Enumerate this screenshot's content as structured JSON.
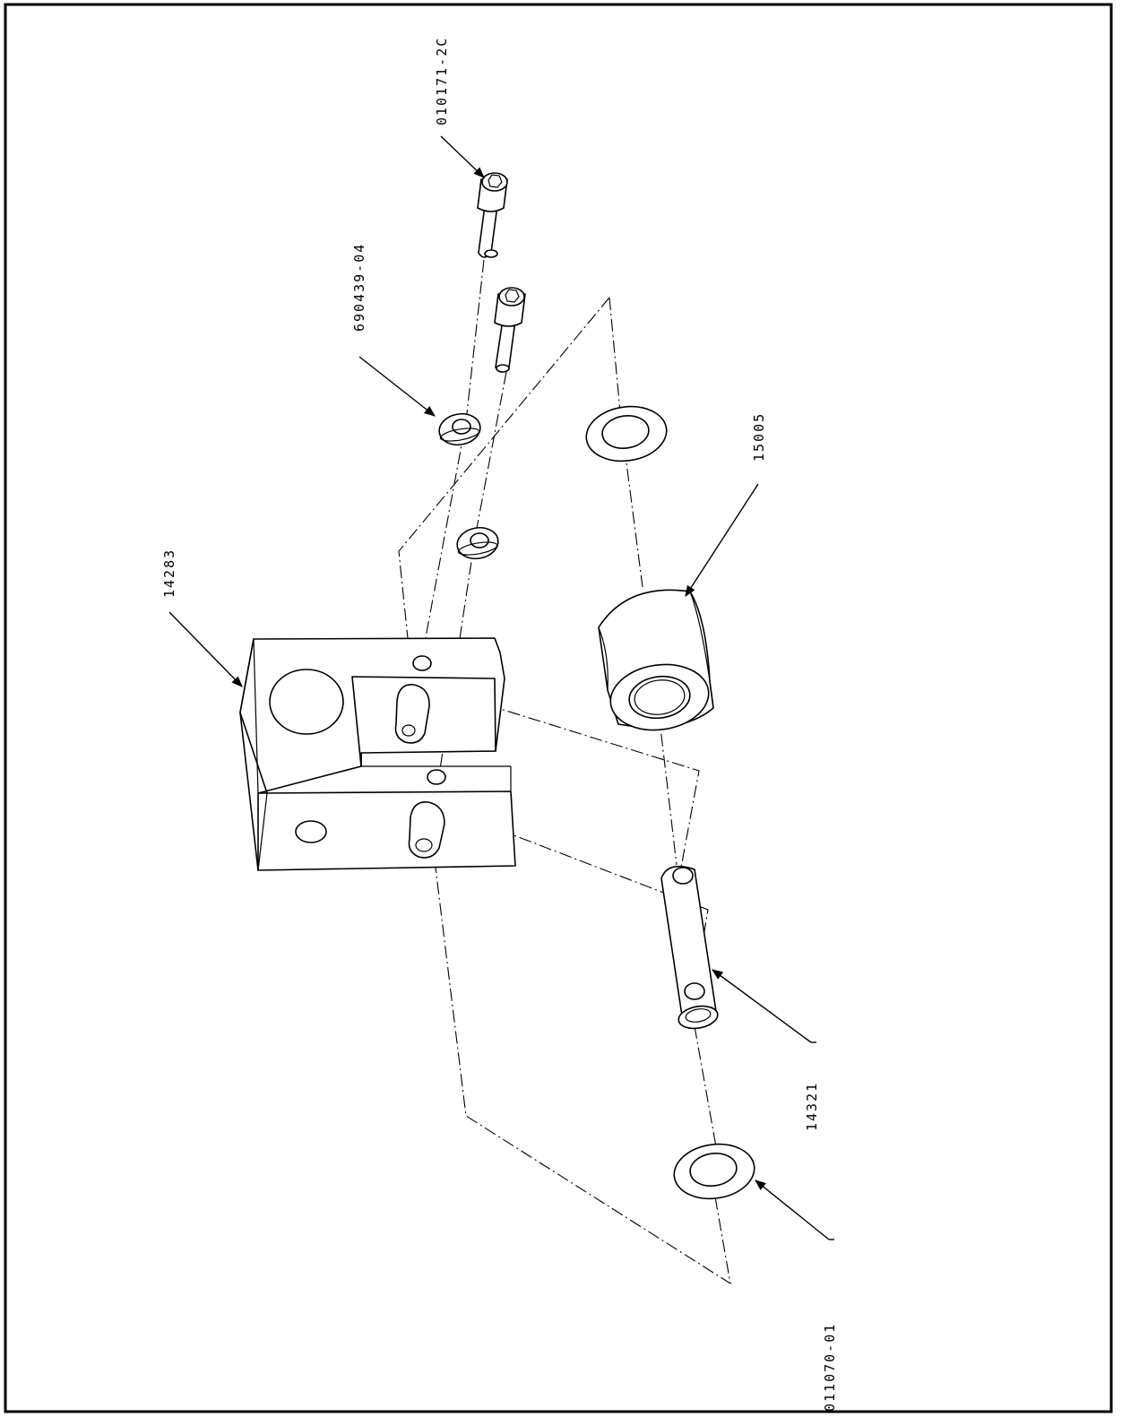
{
  "drawing": {
    "callouts": [
      {
        "id": "callout-010171-2c",
        "text": "010171-2C"
      },
      {
        "id": "callout-690439-04",
        "text": "690439-04"
      },
      {
        "id": "callout-14283",
        "text": "14283"
      },
      {
        "id": "callout-15005",
        "text": "15005"
      },
      {
        "id": "callout-14321",
        "text": "14321"
      },
      {
        "id": "callout-011070-01",
        "text": "011070-01"
      }
    ]
  }
}
